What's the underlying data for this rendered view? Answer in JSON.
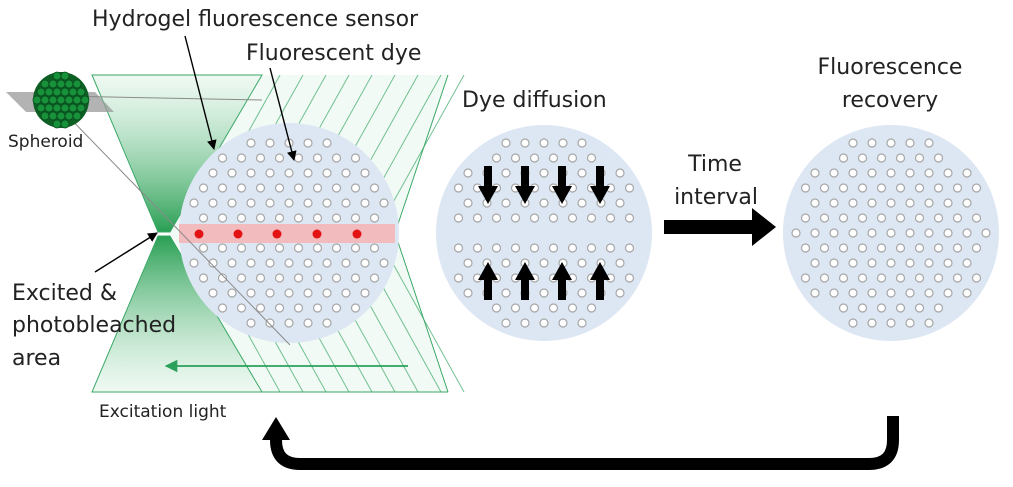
{
  "labels": {
    "hydrogel_sensor": "Hydrogel fluorescence sensor",
    "fluorescent_dye": "Fluorescent dye",
    "spheroid": "Spheroid",
    "excited_line1": "Excited &",
    "excited_line2": "photobleached",
    "excited_line3": "area",
    "excitation_light": "Excitation light",
    "dye_diffusion": "Dye diffusion",
    "time_line1": "Time",
    "time_line2": "interval",
    "recovery_line1": "Fluorescence",
    "recovery_line2": "recovery"
  },
  "colors": {
    "sensor_fill": "#dde7f3",
    "dot_stroke": "#a6a6a6",
    "dot_fill": "#ffffff",
    "bleach_band": "#f4b6b8",
    "bleach_dot": "#e31313",
    "beam_fill": "#cfeedb",
    "beam_dark": "#1e9a4a",
    "beam_stroke": "#3aa866",
    "spheroid_cell": "#17913a",
    "arrow": "#000000"
  }
}
